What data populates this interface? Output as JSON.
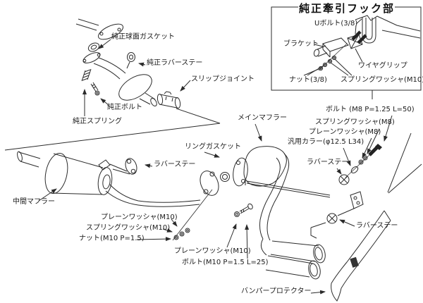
{
  "inset": {
    "title": "純正牽引フック部",
    "u_bolt": "Uボルト(3/8)",
    "bracket": "ブラケット",
    "wire_grip": "ワイヤグリップ",
    "nut": "ナット(3/8)",
    "spring_washer": "スプリングワッシャ(M10)"
  },
  "front_assembly": {
    "spherical_gasket": "純正球面ガスケット",
    "rubber_stay": "純正ラバーステー",
    "slip_joint": "スリップジョイント",
    "bolt": "純正ボルト",
    "spring": "純正スプリング"
  },
  "main_assembly": {
    "main_muffler": "メインマフラー",
    "ring_gasket": "リングガスケット",
    "rubber_stay_left": "ラバーステー",
    "center_muffler": "中間マフラー",
    "bolt_m8": "ボルト (M8 P=1.25 L=50)",
    "spring_washer_m8": "スプリングワッシャ(M8)",
    "plain_washer_m8": "プレーンワッシャ(M8)",
    "universal_collar": "汎用カラー(φ12.5 L34)",
    "rubber_stay_right_upper": "ラバーステー",
    "rubber_stay_right_lower": "ラバーステー",
    "plain_washer_m10_left": "プレーンワッシャ(M10)",
    "spring_washer_m10": "スプリングワッシャ(M10)",
    "nut_m10": "ナット(M10 P=1.5)",
    "plain_washer_m10_center": "プレーンワッシャ(M10)",
    "bolt_m10": "ボルト(M10 P=1.5 L=25)",
    "bumper_protector": "バンパープロテクター"
  },
  "colors": {
    "line": "#2b2b2b",
    "background": "#ffffff",
    "text": "#1a1a1a"
  }
}
